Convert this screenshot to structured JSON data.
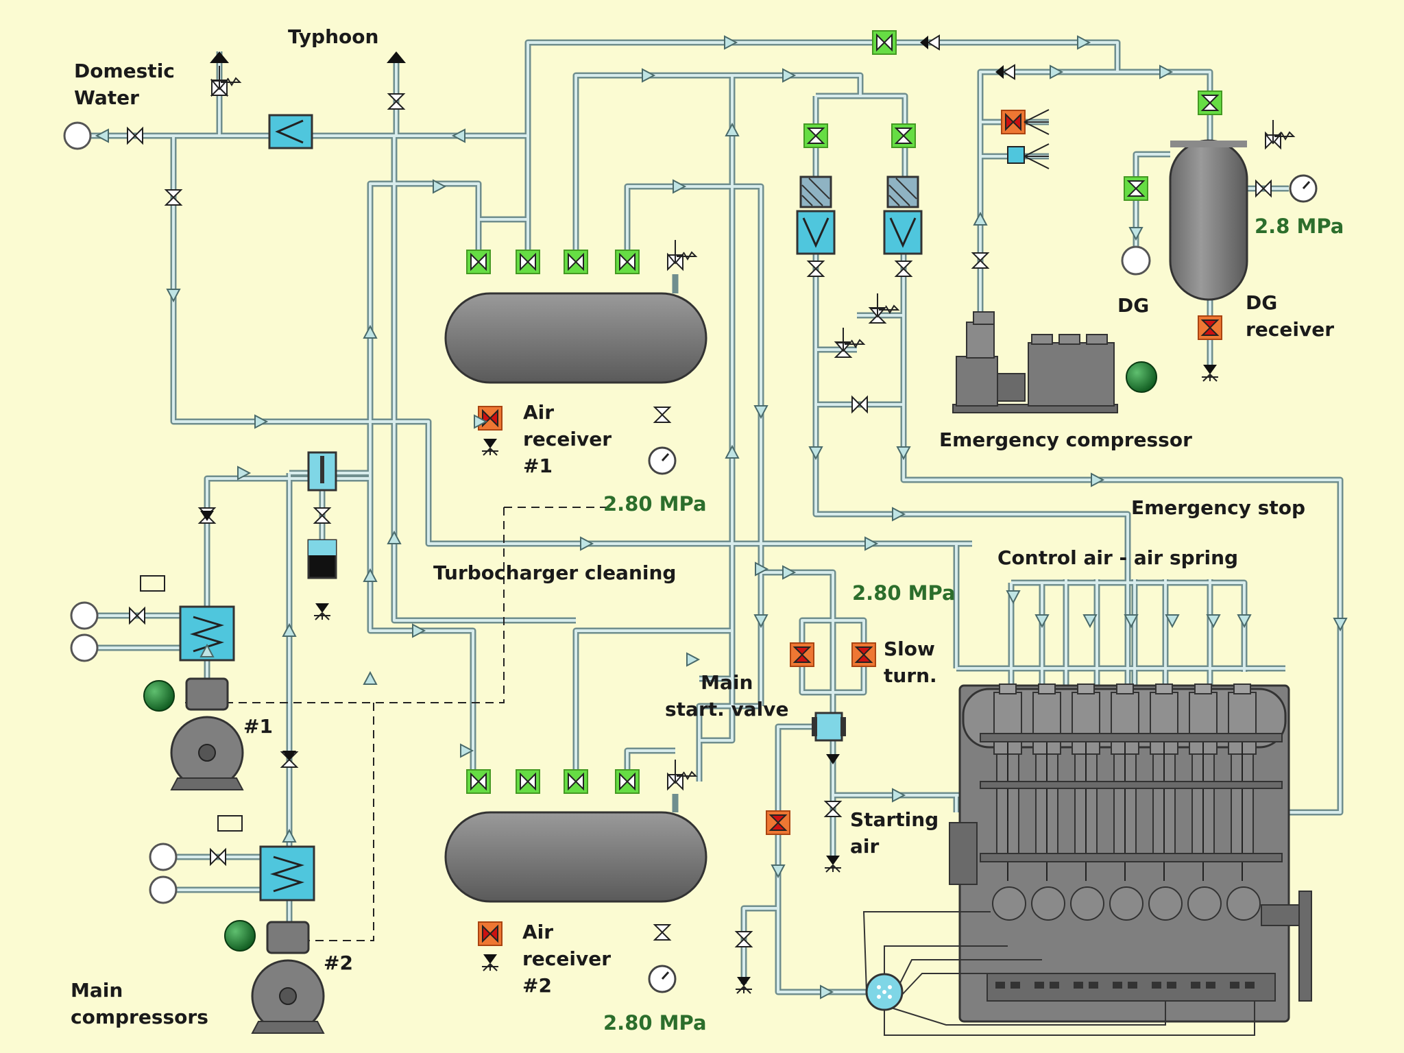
{
  "labels": {
    "domestic_water": "Domestic\nWater",
    "typhoon": "Typhoon",
    "air_receiver_1": "Air\nreceiver\n#1",
    "air_receiver_2": "Air\nreceiver\n#2",
    "turbocharger_cleaning": "Turbocharger cleaning",
    "main_start_valve": "Main\nstart. valve",
    "slow_turn": "Slow\nturn.",
    "starting_air": "Starting\nair",
    "emergency_compressor": "Emergency compressor",
    "emergency_stop": "Emergency stop",
    "control_air": "Control air - air spring",
    "dg": "DG",
    "dg_receiver": "DG\nreceiver",
    "compressor_1": "#1",
    "compressor_2": "#2",
    "main_compressors": "Main\ncompressors"
  },
  "pressures": {
    "receiver_1": "2.80 MPa",
    "receiver_2": "2.80 MPa",
    "start_air": "2.80 MPa",
    "dg_receiver": "2.8 MPa"
  },
  "colors": {
    "background": "#fbfbd2",
    "pipe": "#6f8e8e",
    "pipe_fill": "#d8ecec",
    "equipment": "#7d7d7d",
    "valve_open": "#66dd44",
    "valve_closed": "#cc2222",
    "heat_exchanger": "#4fc6dd",
    "indicator": "#1f7a2e",
    "pressure_text": "#2c6e2c"
  },
  "icons": {
    "valve": "gate-valve-icon",
    "relief": "relief-valve-icon",
    "gauge": "pressure-gauge-icon",
    "motor": "motor-icon",
    "cooler": "heat-exchanger-icon",
    "engine": "diesel-engine-icon"
  }
}
